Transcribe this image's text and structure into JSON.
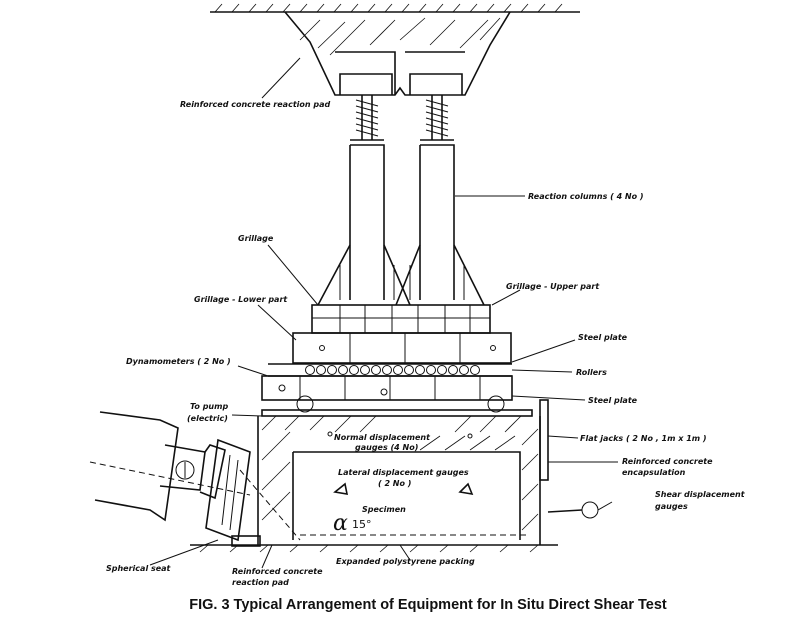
{
  "figure": {
    "caption": "FIG. 3 Typical Arrangement of Equipment for In Situ Direct Shear Test",
    "angle_label": "15°",
    "alpha_label": "α",
    "labels": {
      "reaction_pad_top": "Reinforced concrete reaction pad",
      "reaction_columns": "Reaction columns ( 4 No )",
      "grillage": "Grillage",
      "grillage_upper": "Grillage - Upper part",
      "grillage_lower": "Grillage - Lower part",
      "steel_plate_top": "Steel plate",
      "rollers": "Rollers",
      "dynamometers": "Dynamometers ( 2 No )",
      "steel_plate_bottom": "Steel plate",
      "to_pump_1": "To pump",
      "to_pump_2": "(electric)",
      "normal_gauges_1": "Normal displacement",
      "normal_gauges_2": "gauges (4 No)",
      "flat_jacks": "Flat jacks ( 2 No , 1m x 1m )",
      "encapsulation_1": "Reinforced concrete",
      "encapsulation_2": "encapsulation",
      "lateral_gauges_1": "Lateral displacement gauges",
      "lateral_gauges_2": "( 2 No )",
      "shear_gauges_1": "Shear displacement",
      "shear_gauges_2": "gauges",
      "specimen": "Specimen",
      "spherical_seat": "Spherical seat",
      "reaction_pad_bottom_1": "Reinforced concrete",
      "reaction_pad_bottom_2": "reaction pad",
      "packing": "Expanded polystyrene packing"
    }
  }
}
